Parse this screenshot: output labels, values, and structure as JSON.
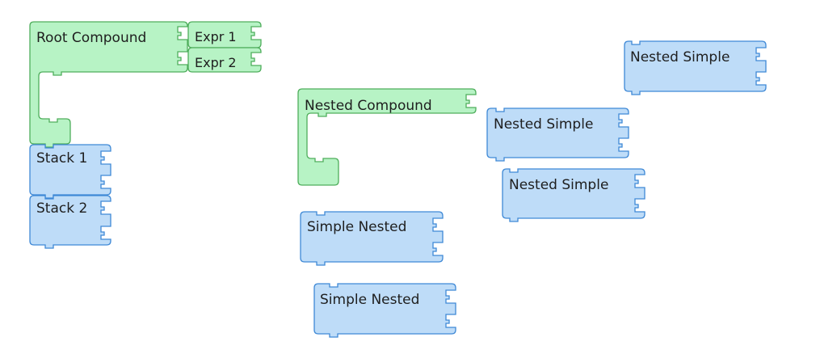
{
  "colors": {
    "compound_fill": "#b7f3c5",
    "compound_stroke": "#4fae5c",
    "simple_fill": "#bedcf8",
    "simple_stroke": "#3f89d6"
  },
  "blocks": {
    "root_compound": {
      "label": "Root Compound"
    },
    "expr1": {
      "label": "Expr 1"
    },
    "expr2": {
      "label": "Expr 2"
    },
    "stack1": {
      "label": "Stack 1"
    },
    "stack2": {
      "label": "Stack 2"
    },
    "nested_compound": {
      "label": "Nested Compound"
    },
    "simple_nested_1": {
      "label": "Simple Nested"
    },
    "simple_nested_2": {
      "label": "Simple Nested"
    },
    "nested_simple_top": {
      "label": "Nested Simple"
    },
    "nested_simple_mid": {
      "label": "Nested Simple"
    },
    "nested_simple_low": {
      "label": "Nested Simple"
    }
  }
}
